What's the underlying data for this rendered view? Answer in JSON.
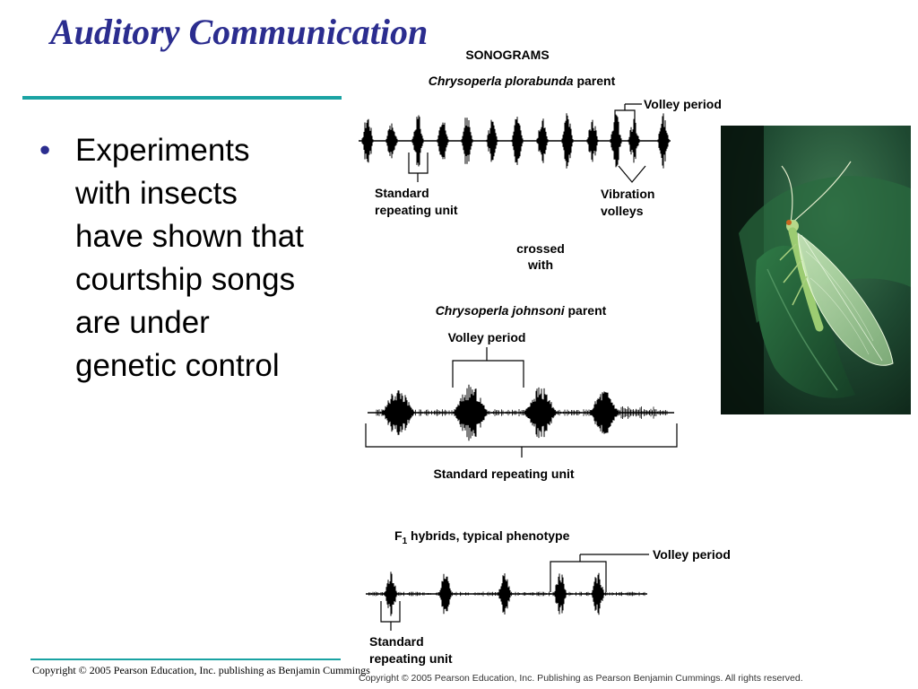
{
  "slide": {
    "title": "Auditory Communication",
    "bullet": "Experiments with insects have shown that courtship songs are under genetic control",
    "copyright_left": "Copyright © 2005 Pearson Education, Inc. publishing as Benjamin Cummings",
    "copyright_right": "Copyright ©  2005 Pearson Education, Inc. Publishing as Pearson Benjamin Cummings. All rights reserved.",
    "accent_color": "#1aa3a3",
    "title_color": "#2b2d8f"
  },
  "figure": {
    "heading": "SONOGRAMS",
    "parent1": {
      "species": "Chrysoperla plorabunda",
      "suffix": "parent",
      "volley_label": "Volley period",
      "unit_label_line1": "Standard",
      "unit_label_line2": "repeating unit",
      "vibration_line1": "Vibration",
      "vibration_line2": "volleys"
    },
    "crossed_line1": "crossed",
    "crossed_line2": "with",
    "parent2": {
      "species": "Chrysoperla johnsoni",
      "suffix": "parent",
      "volley_label": "Volley period",
      "unit_label": "Standard repeating unit"
    },
    "hybrid": {
      "label_prefix": "F",
      "label_sub": "1",
      "label_rest": " hybrids, typical phenotype",
      "volley_label": "Volley period",
      "unit_label_line1": "Standard",
      "unit_label_line2": "repeating unit"
    },
    "photo_icon": "lacewing-insect-photo"
  }
}
